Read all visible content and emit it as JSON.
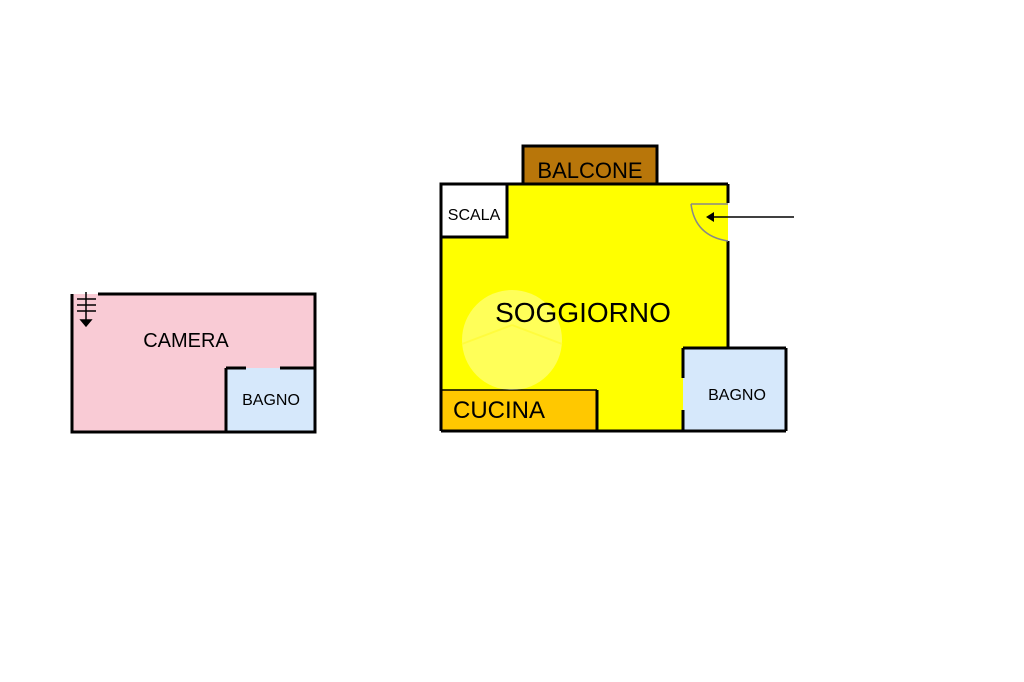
{
  "floor_upper": {
    "camera_label": "CAMERA",
    "bagno_label": "BAGNO"
  },
  "floor_main": {
    "balcone_label": "BALCONE",
    "scala_label": "SCALA",
    "soggiorno_label": "SOGGIORNO",
    "cucina_label": "CUCINA",
    "bagno_label": "BAGNO"
  },
  "colors": {
    "camera": "#f9cbd5",
    "bagno": "#d6e8fb",
    "soggiorno": "#ffff00",
    "cucina": "#ffc800",
    "balcone": "#b8760a",
    "scala": "#ffffff",
    "wall": "#000000"
  },
  "icons": {
    "stair_symbol": "stairs-down-icon",
    "entrance_arrow": "arrow-left-icon",
    "door_swing": "door-arc-icon",
    "watermark": "watermark-icon"
  }
}
